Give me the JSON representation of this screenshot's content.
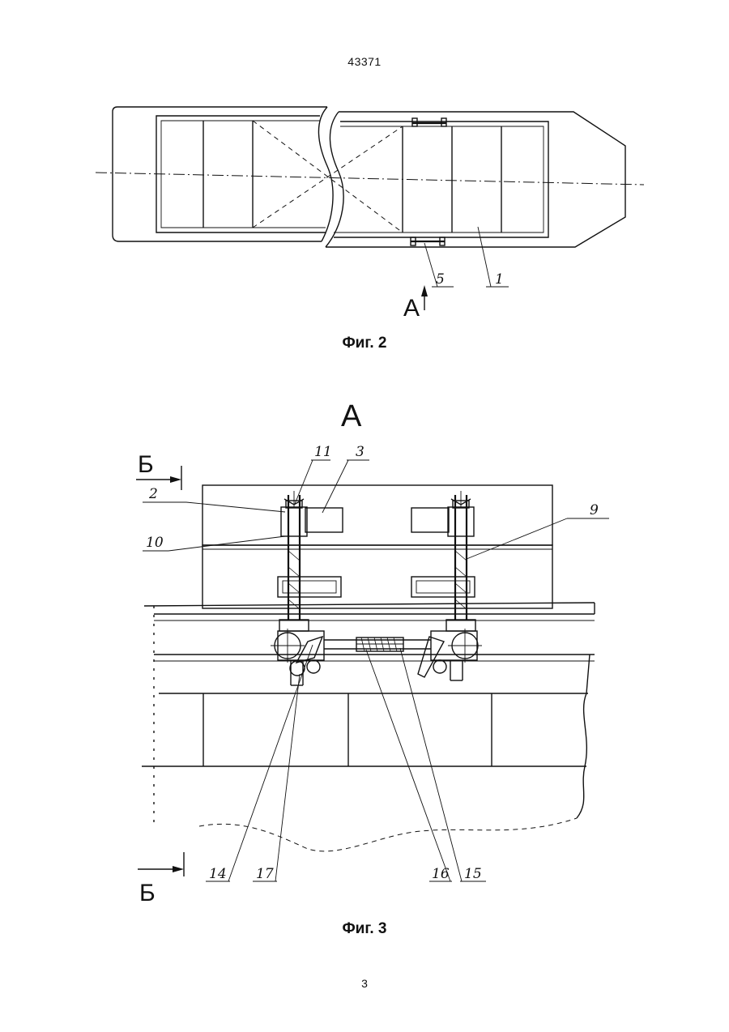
{
  "document": {
    "number": "43371",
    "page_number": "3"
  },
  "figure2": {
    "caption": "Фиг. 2",
    "view_marker": "А",
    "labels": {
      "part_5": "5",
      "part_1": "1"
    }
  },
  "figure3": {
    "caption": "Фиг. 3",
    "view_title": "А",
    "section_marker_top": "Б",
    "section_marker_bottom": "Б",
    "labels": {
      "part_11": "11",
      "part_3": "3",
      "part_2": "2",
      "part_10": "10",
      "part_9": "9",
      "part_14": "14",
      "part_17": "17",
      "part_16": "16",
      "part_15": "15"
    }
  }
}
